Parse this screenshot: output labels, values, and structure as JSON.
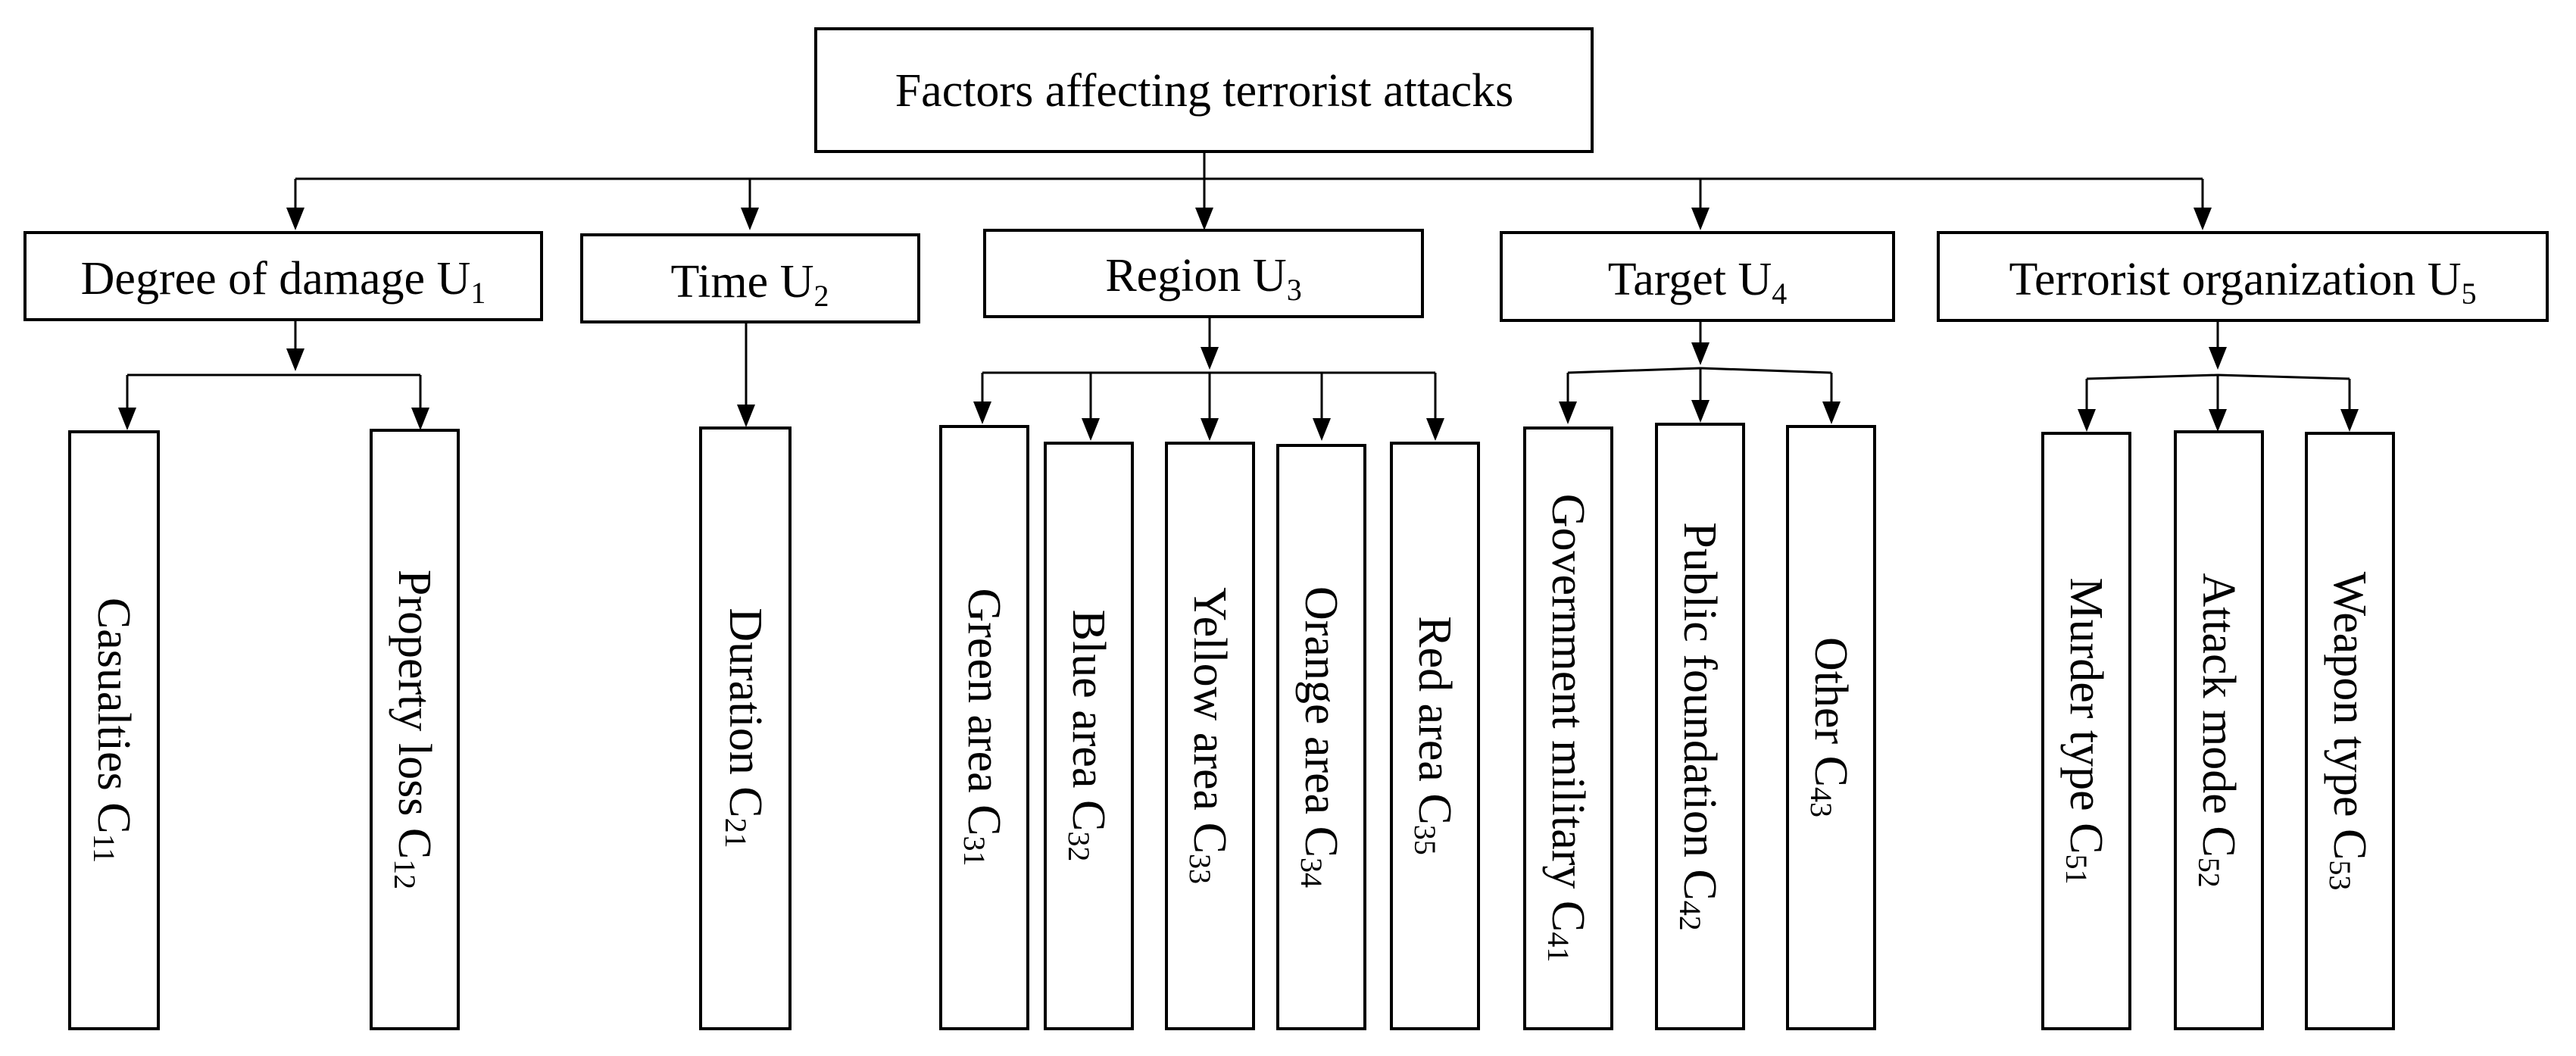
{
  "root": {
    "label": "Factors affecting terrorist attacks"
  },
  "factors": [
    {
      "label": "Degree of damage U",
      "sub": "1",
      "children": [
        {
          "label": "Casualties C",
          "sub": "11"
        },
        {
          "label": "Property loss C",
          "sub": "12"
        }
      ]
    },
    {
      "label": "Time U",
      "sub": "2",
      "children": [
        {
          "label": "Duration C",
          "sub": "21"
        }
      ]
    },
    {
      "label": "Region U",
      "sub": "3",
      "children": [
        {
          "label": "Green area C",
          "sub": "31"
        },
        {
          "label": "Blue area C",
          "sub": "32"
        },
        {
          "label": "Yellow area C",
          "sub": "33"
        },
        {
          "label": "Orange area C",
          "sub": "34"
        },
        {
          "label": "Red area C",
          "sub": "35"
        }
      ]
    },
    {
      "label": "Target U",
      "sub": "4",
      "children": [
        {
          "label": "Government military C",
          "sub": "41"
        },
        {
          "label": "Public foundation C",
          "sub": "42"
        },
        {
          "label": "Other C",
          "sub": "43"
        }
      ]
    },
    {
      "label": "Terrorist organization U",
      "sub": "5",
      "children": [
        {
          "label": "Murder type C",
          "sub": "51"
        },
        {
          "label": "Attack mode C",
          "sub": "52"
        },
        {
          "label": "Weapon type C",
          "sub": "53"
        }
      ]
    }
  ]
}
